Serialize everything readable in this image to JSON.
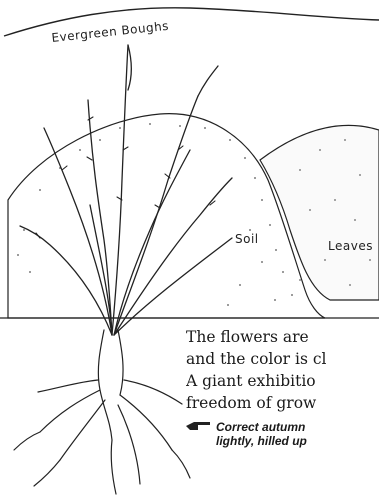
{
  "labels": {
    "boughs": "Evergreen Boughs",
    "soil": "Soil",
    "leaves": "Leaves"
  },
  "text_lines": [
    "The flowers are",
    "and the color is cl",
    "A giant exhibitio",
    "freedom of grow"
  ],
  "caption": {
    "pointer_icon": "pointing-hand-icon",
    "line1": "Correct autumn",
    "line2": "lightly, hilled up"
  }
}
